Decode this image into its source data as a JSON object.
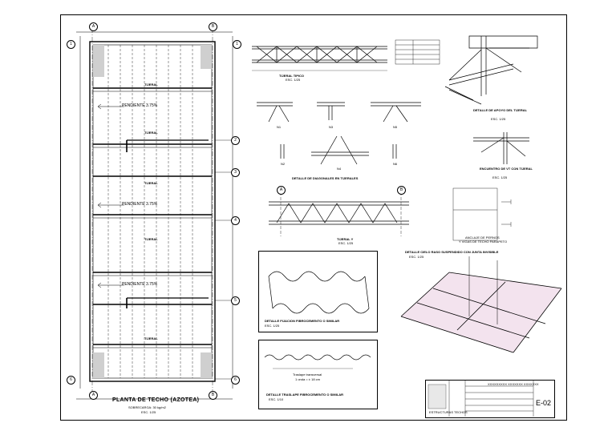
{
  "plan": {
    "title": "PLANTA DE TECHO (AZOTEA)",
    "subtitle": "SOBRECARGA: 30 kg/m2",
    "scale": "ESC. 1/25",
    "slope_label": "PENDIENTE 3.75%",
    "truss_label": "TIJERAL",
    "axis_left": "A",
    "axis_right": "B",
    "axis_top": "1",
    "row_axes": [
      "2",
      "3",
      "4",
      "5",
      "6"
    ]
  },
  "details": {
    "tijeral_tipico": {
      "title": "TIJERAL TIPICO",
      "scale": "ESC. 1/25"
    },
    "apoyo": {
      "title": "DETALLE DE APOYO DEL TIJERAL",
      "scale": "ESC. 1/25"
    },
    "encuentro": {
      "title": "ENCUENTRO DE VT CON TIJERAL",
      "scale": "ESC. 1/25"
    },
    "diagonales": {
      "title": "DETALLE DE DIAGONALES EN TIJERALES"
    },
    "nodes": [
      "N1",
      "N3",
      "N5",
      "N2",
      "N4",
      "N6"
    ],
    "tijeral_y": {
      "title": "TIJERAL Y",
      "scale": "ESC. 1/25",
      "axis_a": "A",
      "axis_b": "B"
    },
    "anclaje": {
      "title": "ANCLAJE DE PERNOS",
      "sub": "Y VIGAS DE TECHO PARAPETO"
    },
    "fijacion": {
      "title": "DETALLE FIJACION FIBROCEMENTO O SIMILAR",
      "scale": "ESC. 1/25"
    },
    "traslape": {
      "title": "DETALLE TRASLAPE FIBROCEMENTO O SIMILAR",
      "scale": "ESC. 1/10",
      "label": "Traslape transversal",
      "sub": "1 onda = ± 18 cm"
    },
    "cielo": {
      "title": "DETALLE CIELO RASO SUSPENDIDO CON JUNTA INVISIBLE",
      "scale": "ESC. 1/25"
    }
  },
  "titleblock": {
    "sheet_code": "E-02",
    "project": "XXXXXXXXX XXXXXXX XXXXXXX",
    "drawing": "ESTRUCTURAS TECHOS"
  }
}
